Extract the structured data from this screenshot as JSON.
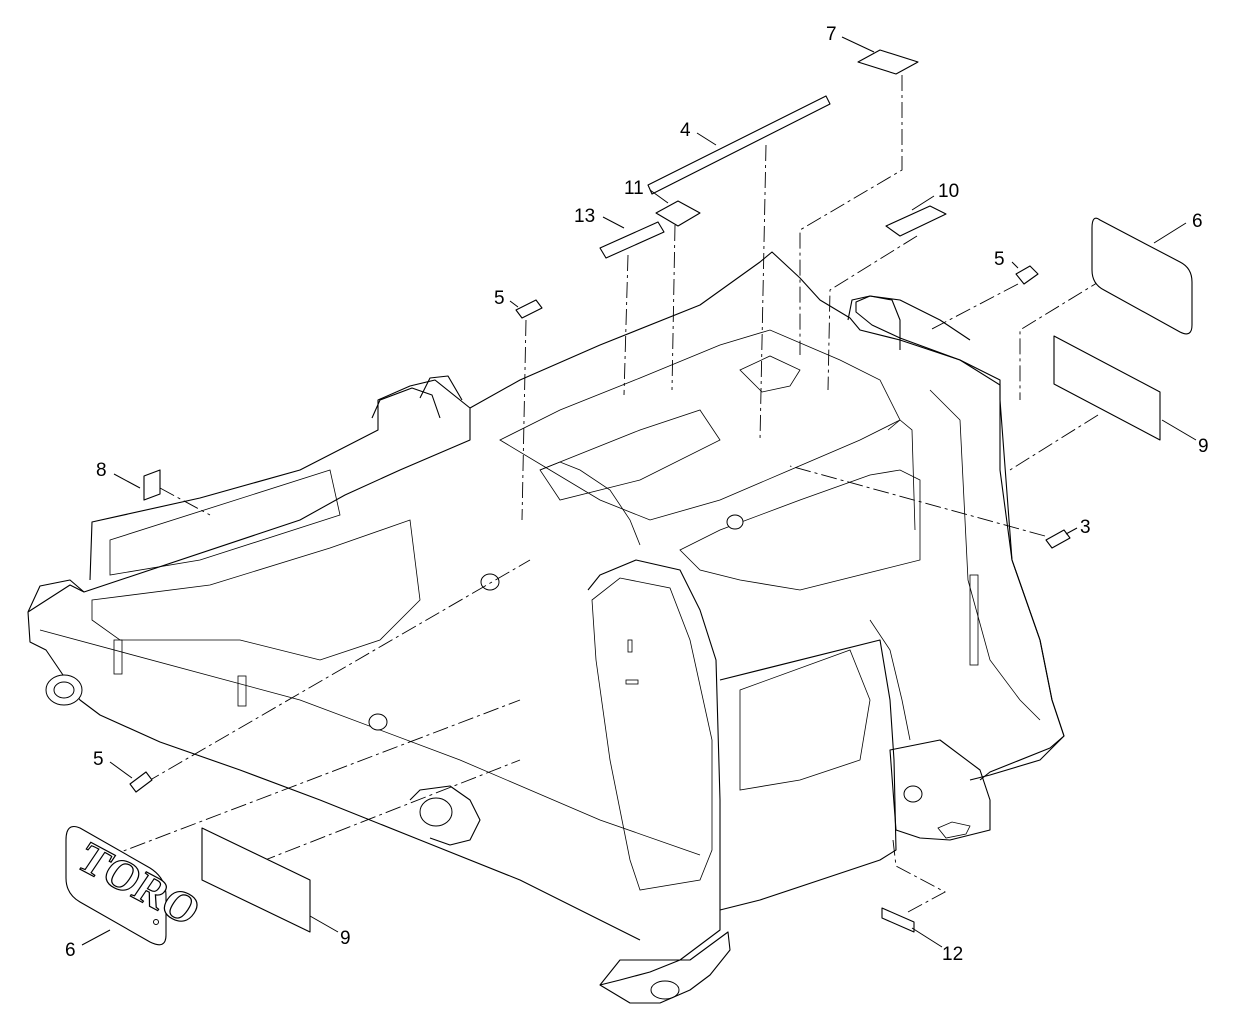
{
  "diagram": {
    "callouts": [
      {
        "id": "c7",
        "label": "7"
      },
      {
        "id": "c4",
        "label": "4"
      },
      {
        "id": "c11",
        "label": "11"
      },
      {
        "id": "c13",
        "label": "13"
      },
      {
        "id": "c10",
        "label": "10"
      },
      {
        "id": "c6a",
        "label": "6"
      },
      {
        "id": "c5a",
        "label": "5"
      },
      {
        "id": "c5b",
        "label": "5"
      },
      {
        "id": "c9a",
        "label": "9"
      },
      {
        "id": "c8",
        "label": "8"
      },
      {
        "id": "c3",
        "label": "3"
      },
      {
        "id": "c5c",
        "label": "5"
      },
      {
        "id": "c6b",
        "label": "6"
      },
      {
        "id": "c9b",
        "label": "9"
      },
      {
        "id": "c12",
        "label": "12"
      }
    ],
    "logo_text": "TORO"
  }
}
